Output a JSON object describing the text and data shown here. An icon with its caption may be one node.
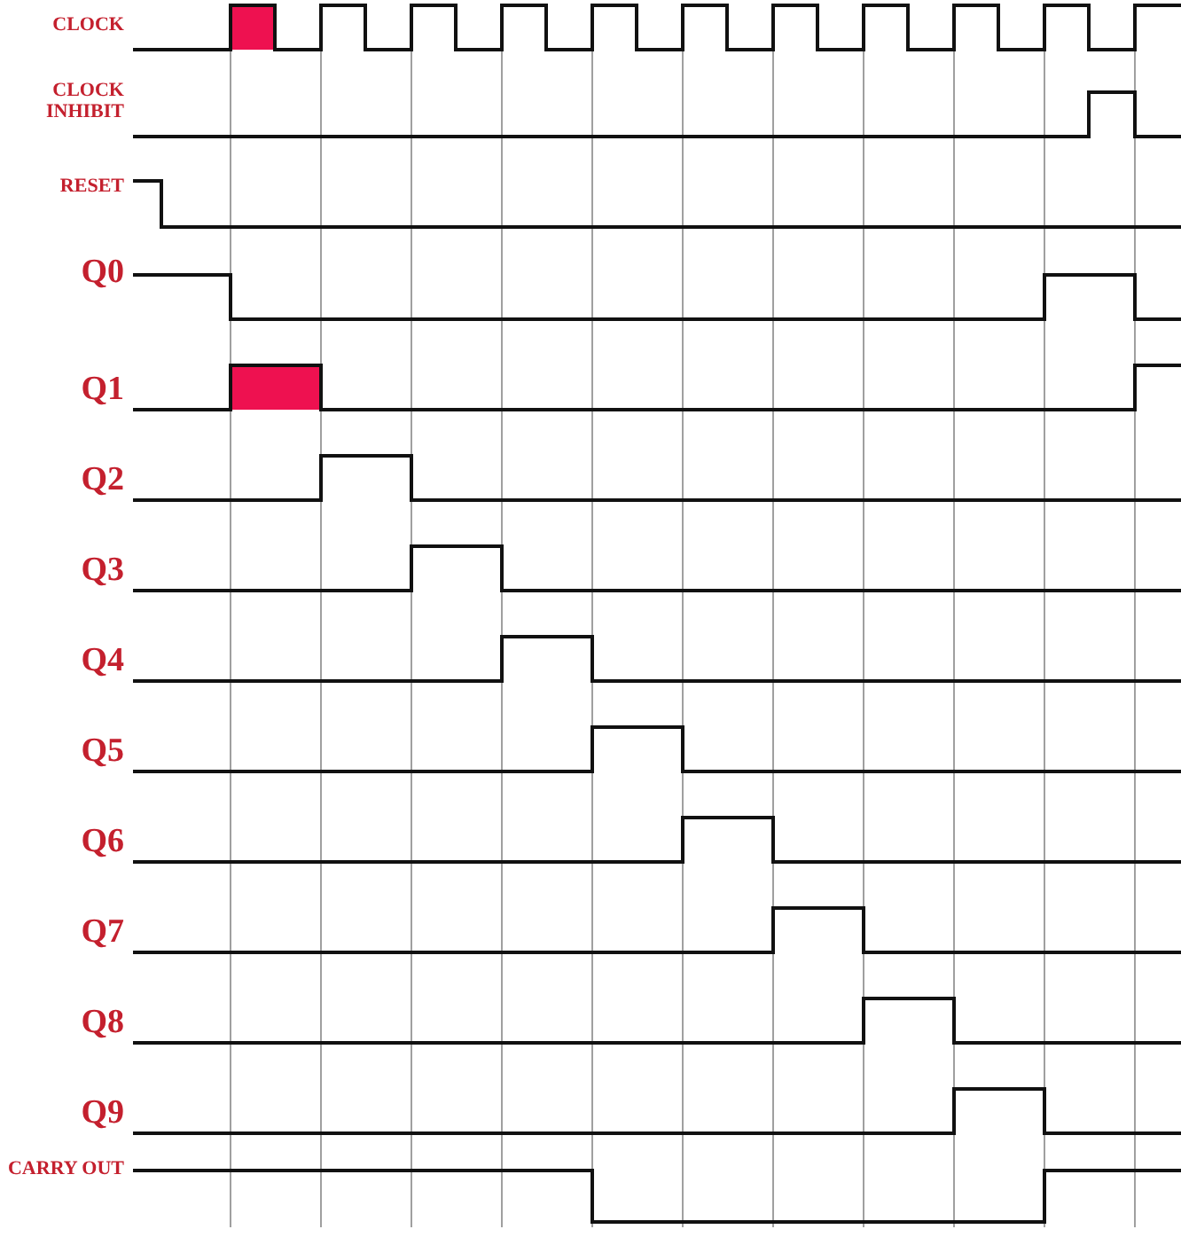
{
  "diagram": {
    "labels": [
      "CLOCK",
      "CLOCK INHIBIT",
      "RESET",
      "Q0",
      "Q1",
      "Q2",
      "Q3",
      "Q4",
      "Q5",
      "Q6",
      "Q7",
      "Q8",
      "Q9",
      "CARRY OUT"
    ]
  }
}
